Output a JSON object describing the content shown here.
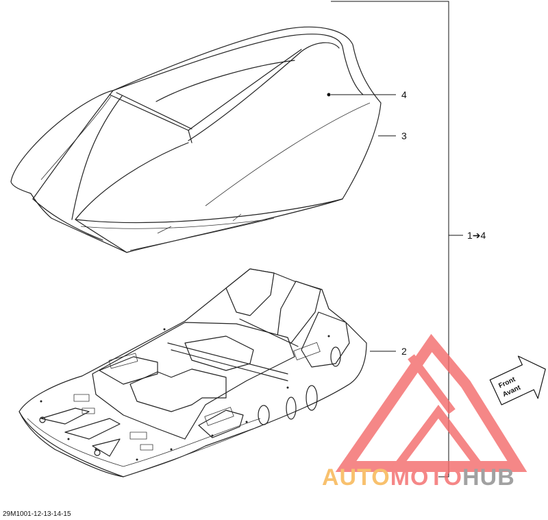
{
  "callouts": {
    "c4": "4",
    "c3": "3",
    "c2": "2",
    "c14": "1➔4"
  },
  "direction_arrow": {
    "line1": "Front",
    "line2": "Avant"
  },
  "diagram_code": "29M1001-12-13-14-15",
  "watermark": {
    "part1": "AUTO",
    "part2": "MOTO",
    "part3": "HUB",
    "color_orange": "#f7b24a",
    "color_red": "#f36a6a",
    "color_gray": "#8a8a8a"
  }
}
